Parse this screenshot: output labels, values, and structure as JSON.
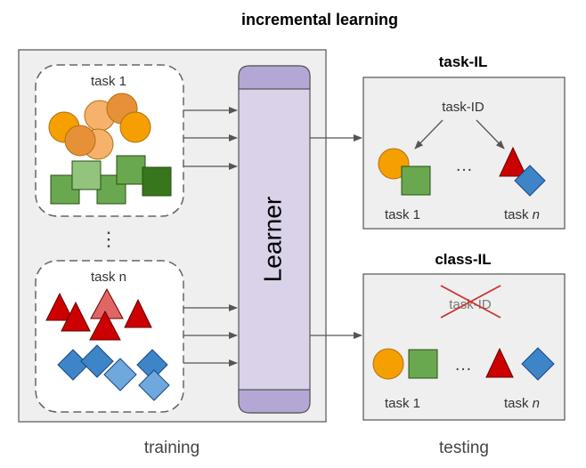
{
  "title": "incremental learning",
  "learner_label": "Learner",
  "training": {
    "label": "training",
    "task_1_label": "task 1",
    "task_n_label": "task n",
    "ellipsis": "⋮"
  },
  "testing": {
    "label": "testing",
    "task_il": {
      "heading": "task-IL",
      "task_id_label": "task-ID",
      "task_1_label": "task 1",
      "task_n_prefix": "task ",
      "task_n_suffix": "n",
      "ellipsis": "…"
    },
    "class_il": {
      "heading": "class-IL",
      "task_id_label": "task-ID",
      "task_1_label": "task 1",
      "task_n_prefix": "task ",
      "task_n_suffix": "n",
      "ellipsis": "…"
    }
  },
  "colors": {
    "panel_fill": "#efefef",
    "panel_stroke": "#555555",
    "learner_fill": "#d9d2e9",
    "learner_cap": "#b4a7d6",
    "orange": "#f5a000",
    "orange_dark": "#e69138",
    "orange_light": "#f6b26b",
    "green": "#6aa84f",
    "green_light": "#93c47d",
    "green_dark": "#38761d",
    "red": "#cc0000",
    "red_light": "#e06666",
    "blue": "#3d85c6",
    "blue_light": "#6fa8dc",
    "cross": "#cc3333"
  }
}
